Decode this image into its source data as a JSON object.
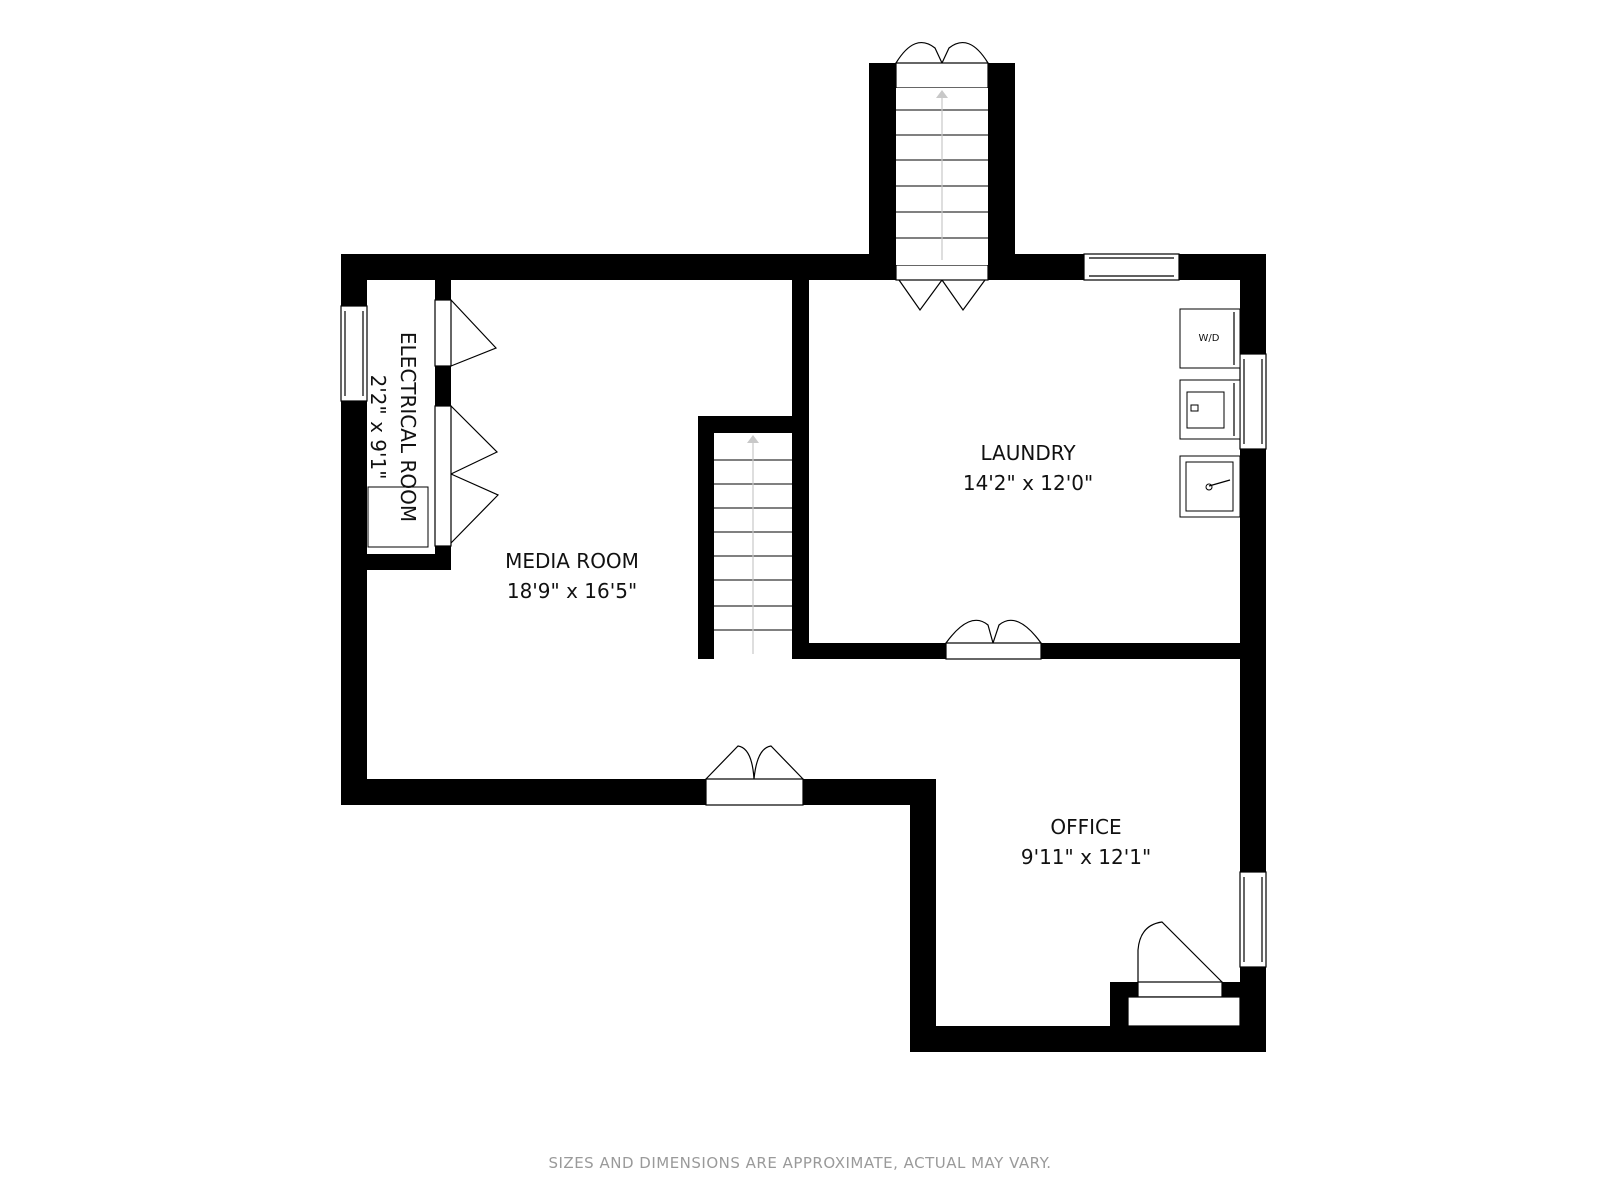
{
  "rooms": {
    "media": {
      "name": "MEDIA ROOM",
      "size": "18'9\" x 16'5\""
    },
    "laundry": {
      "name": "LAUNDRY",
      "size": "14'2\" x 12'0\""
    },
    "office": {
      "name": "OFFICE",
      "size": "9'11\" x 12'1\""
    },
    "electrical": {
      "name": "ELECTRICAL ROOM",
      "size": "2'2\" x 9'1\""
    }
  },
  "fixtures": {
    "washer_dryer": "W/D"
  },
  "footer": {
    "disclaimer": "SIZES AND DIMENSIONS ARE APPROXIMATE, ACTUAL MAY VARY."
  }
}
